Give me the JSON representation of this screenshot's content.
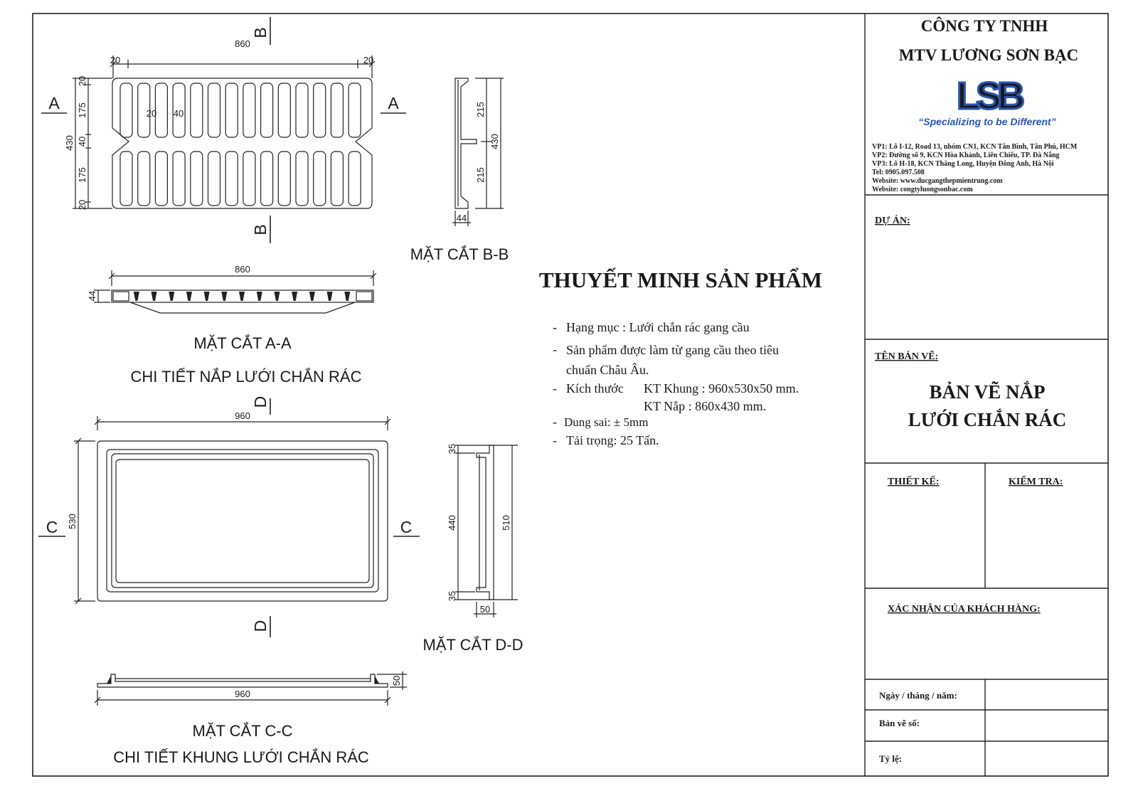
{
  "cover_plan": {
    "dims": {
      "width": "860",
      "edge_left": "20",
      "edge_right": "20",
      "height": "430",
      "top": "20",
      "half_top": "175",
      "middle": "40",
      "half_bottom": "175",
      "bottom": "20",
      "slot_width": "20",
      "slot_gap": "40"
    },
    "markers": {
      "a_left": "A",
      "a_right": "A",
      "b_top": "B",
      "b_bottom": "B"
    },
    "slot_count": 14
  },
  "section_bb": {
    "title": "MẶT CẮT B-B",
    "dims": {
      "half_top": "215",
      "half_bottom": "215",
      "total": "430",
      "thickness": "44"
    }
  },
  "section_aa": {
    "title": "MẶT CẮT A-A",
    "subtitle": "CHI TIẾT NẮP LƯỚI CHẮN RÁC",
    "dims": {
      "width": "860",
      "thickness": "44"
    }
  },
  "frame_plan": {
    "dims": {
      "width": "960",
      "height": "530"
    },
    "markers": {
      "c_left": "C",
      "c_right": "C",
      "d_top": "D",
      "d_bottom": "D"
    }
  },
  "section_dd": {
    "title": "MẶT CẮT D-D",
    "dims": {
      "top": "35",
      "middle": "440",
      "bottom": "35",
      "total": "510",
      "thickness": "50"
    }
  },
  "section_cc": {
    "title": "MẶT CẮT C-C",
    "subtitle": "CHI TIẾT KHUNG LƯỚI CHẮN RÁC",
    "dims": {
      "width": "960",
      "thickness": "50"
    }
  },
  "description": {
    "title": "THUYẾT MINH SẢN PHẨM",
    "items": [
      "Hạng mục : Lưới chắn rác gang cầu",
      "Sản phẩm được làm từ gang cầu theo tiêu",
      "chuẩn Châu Âu.",
      "Kích thước",
      "KT Khung : 960x530x50 mm.",
      "KT Nắp : 860x430 mm.",
      "Dung sai: ± 5mm",
      "Tải trọng: 25 Tấn."
    ]
  },
  "title_block": {
    "company_line1": "CÔNG TY TNHH",
    "company_line2": "MTV LƯƠNG SƠN BẠC",
    "logo_text": "LSB",
    "slogan": "“Specializing to be Different”",
    "brand_color": "#2b55b3",
    "addresses": [
      "VP1: Lô I-12, Road 13, nhóm CN1, KCN Tân Bình, Tân Phú, HCM",
      "VP2: Đường số 9, KCN Hòa Khánh, Liên Chiểu, TP. Đà Nẵng",
      "VP3: Lô H-18, KCN Thăng Long, Huyện Đông Anh, Hà Nội",
      "Tel: 0905.097.508",
      "Website: www.ducgangthepmientrung.com",
      "Website: congtyluongsonbac.com"
    ],
    "project_label": "DỰ ÁN:",
    "drawing_name_label": "TÊN BẢN VẼ:",
    "drawing_name_line1": "BẢN VẼ NẮP",
    "drawing_name_line2": "LƯỚI CHẮN RÁC",
    "design_label": "THIẾT KẾ:",
    "check_label": "KIỂM TRA:",
    "customer_label": "XÁC NHẬN CỦA KHÁCH HÀNG:",
    "date_label": "Ngày / tháng / năm:",
    "sheet_no_label": "Bản vẽ số:",
    "scale_label": "Tỷ lệ:"
  }
}
